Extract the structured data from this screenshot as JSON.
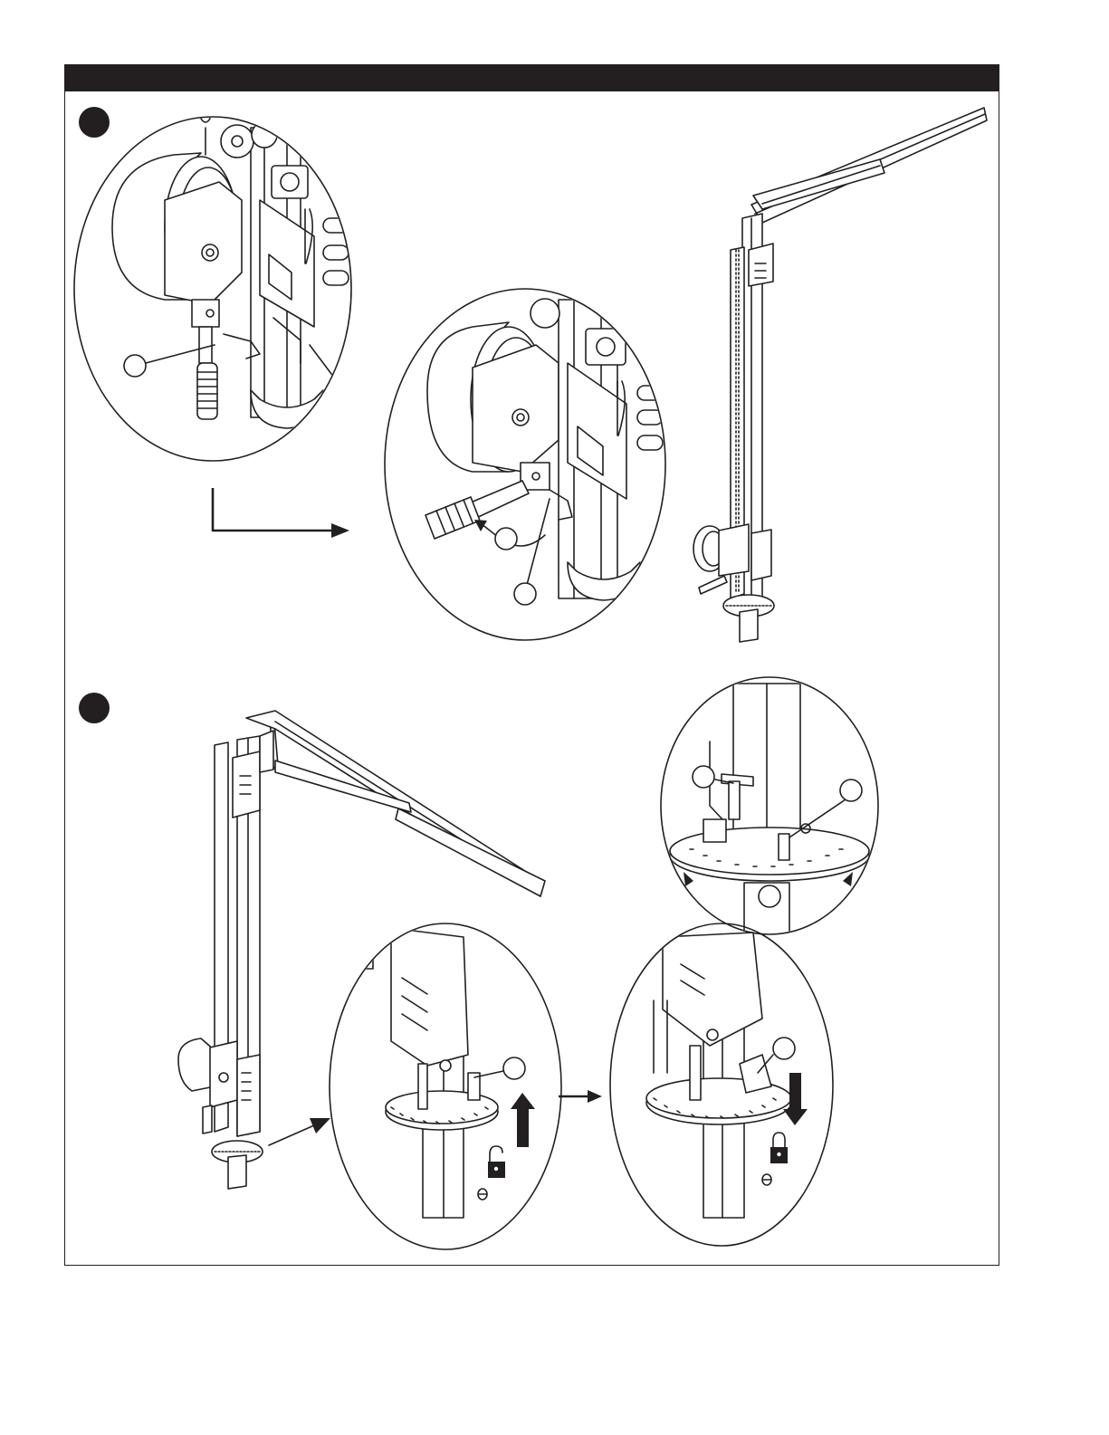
{
  "header": {
    "title": ""
  },
  "colors": {
    "ink": "#231f20",
    "background": "#ffffff",
    "shade": "#e6e6e6"
  },
  "steps": [
    {
      "step_marker_icon": "filled-circle-icon",
      "figures": [
        "winch-close-up-handle-stowed",
        "winch-close-up-handle-deployed",
        "davit-crane-full-view"
      ],
      "icons": [
        "right-angle-arrow-icon",
        "rotate-arrow-icon"
      ]
    },
    {
      "step_marker_icon": "filled-circle-icon",
      "figures": [
        "davit-crane-full-view",
        "base-pin-detail",
        "collar-unlocked-detail",
        "collar-locked-detail"
      ],
      "icons": [
        "arrow-up-icon",
        "arrow-down-icon",
        "arrow-right-icon",
        "padlock-open-icon",
        "padlock-closed-icon",
        "minus-circle-icon"
      ]
    }
  ]
}
